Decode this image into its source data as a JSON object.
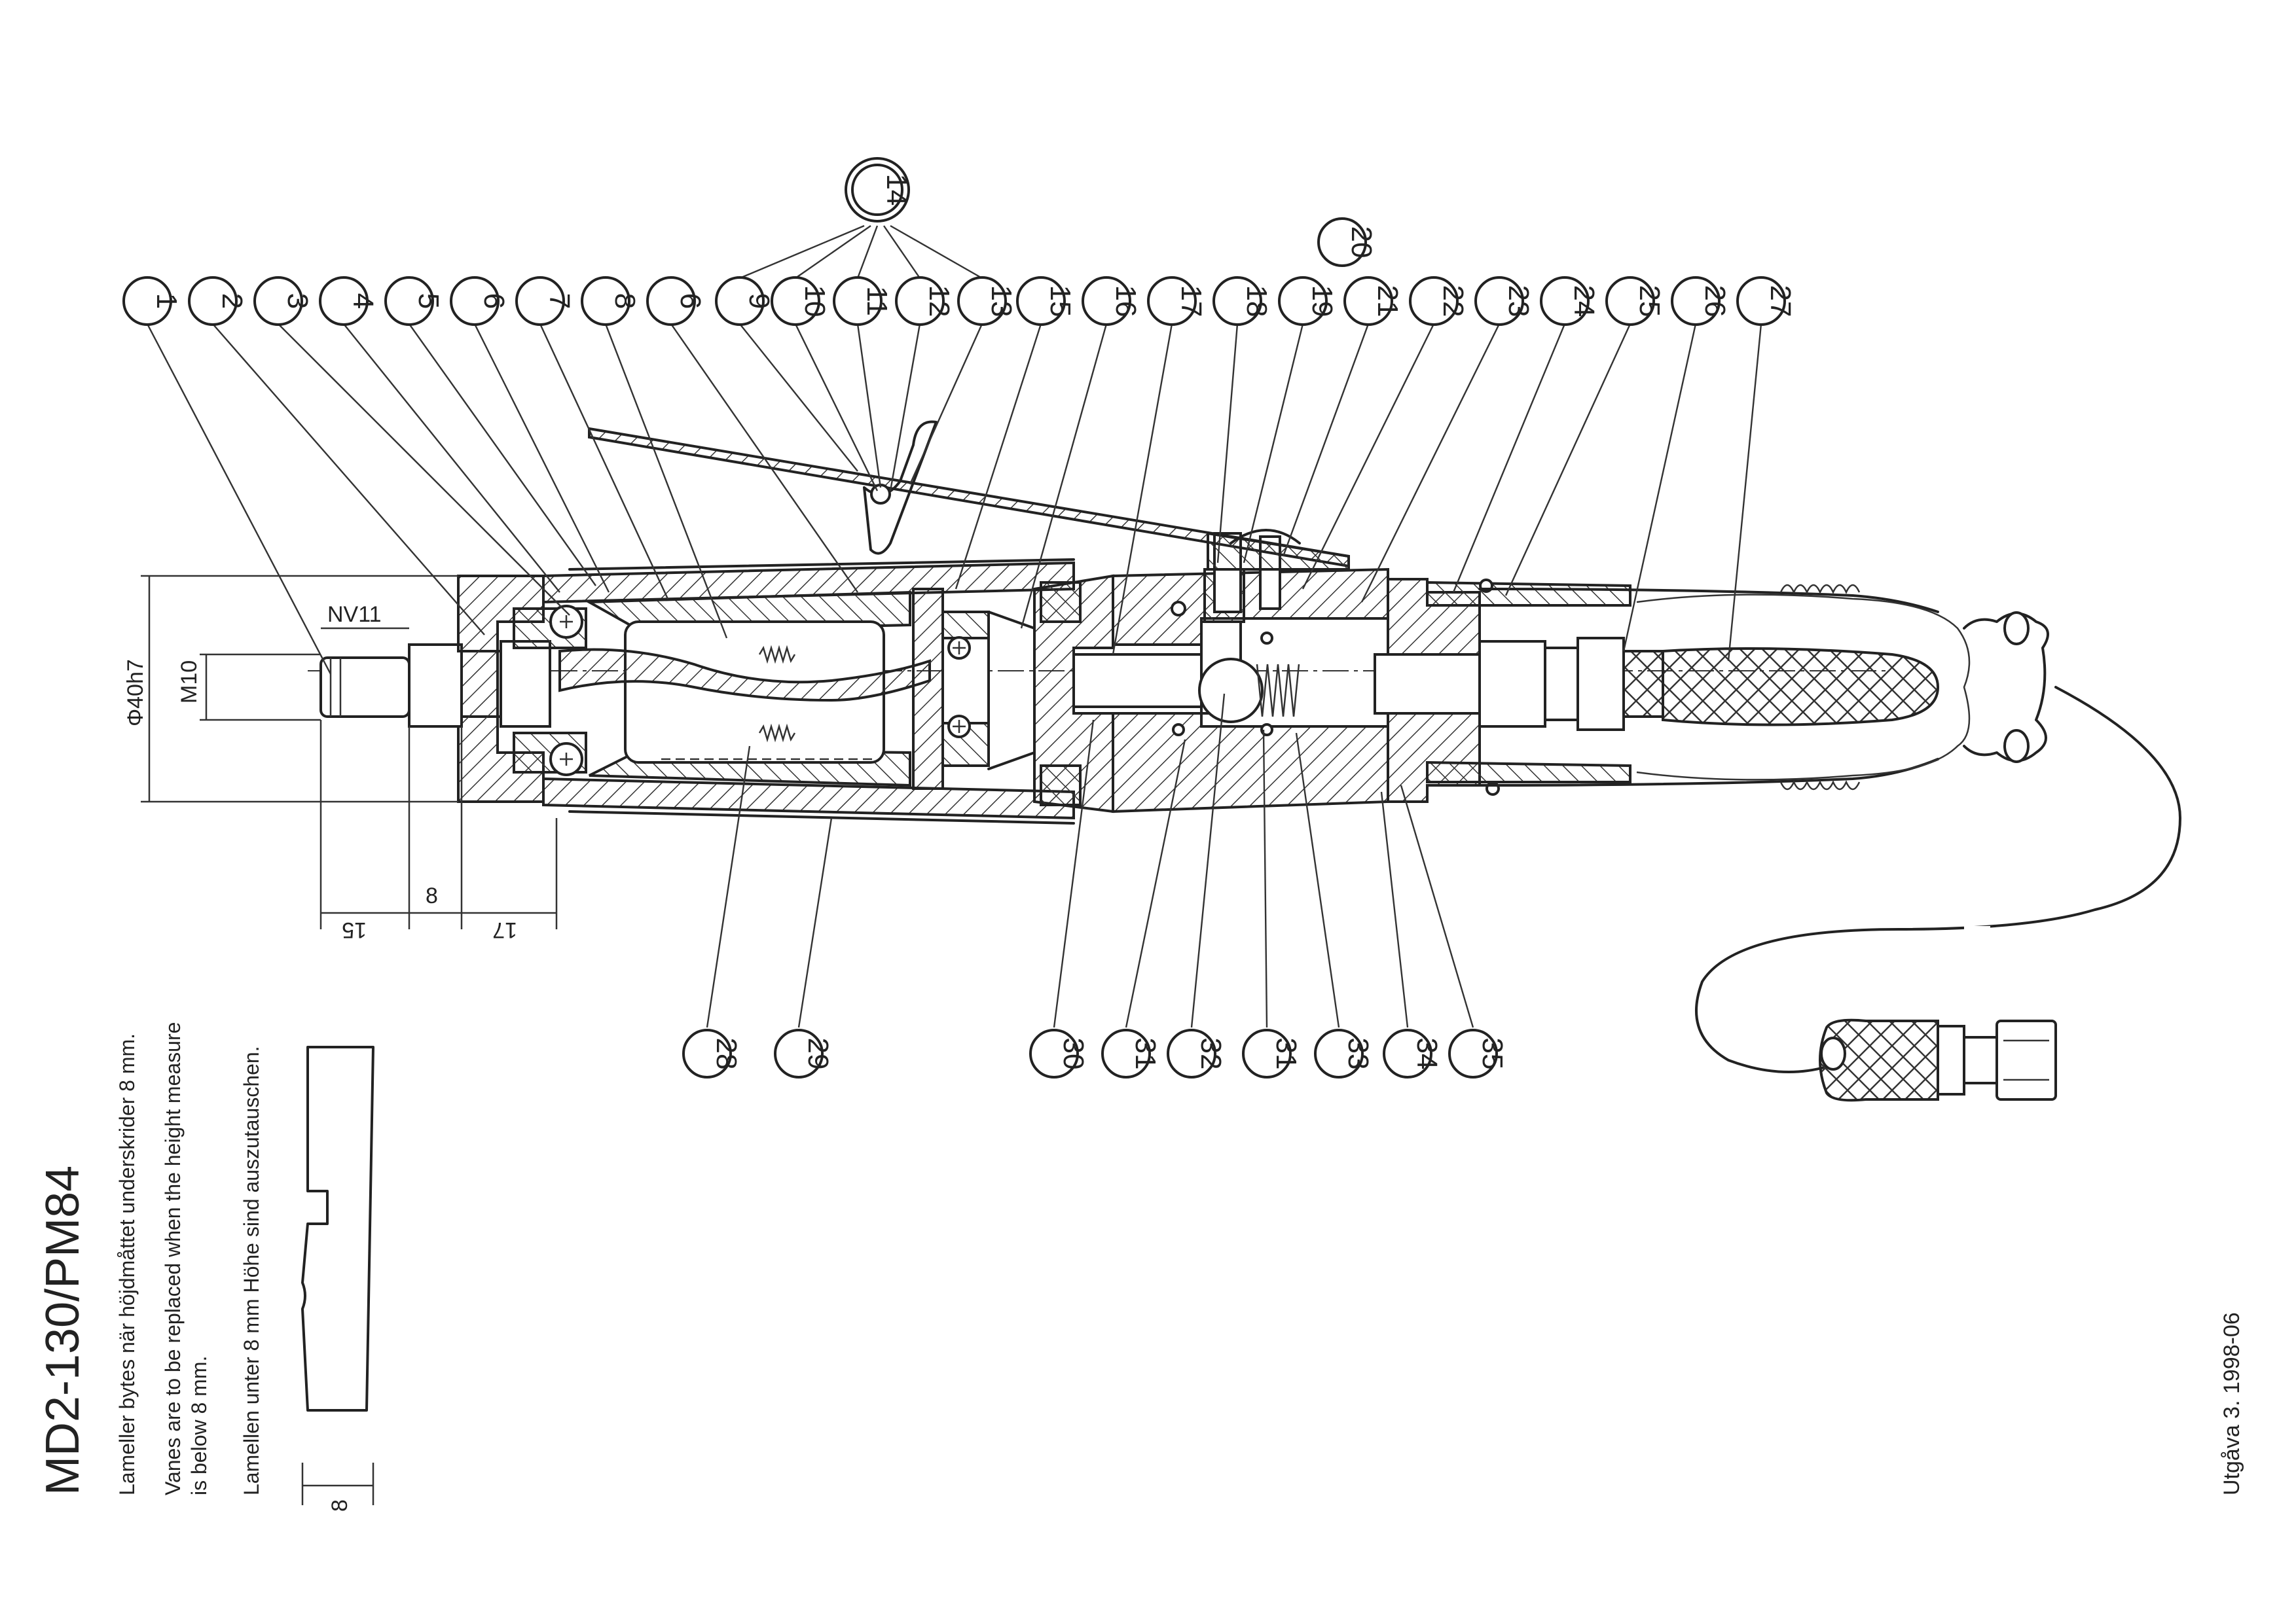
{
  "document": {
    "title": "MD2-130/PM84",
    "notes": {
      "swedish": "Lameller bytes när höjdmåttet underskrider 8 mm.",
      "english_line1": "Vanes are to be replaced when the height measure",
      "english_line2": "is below 8 mm.",
      "german": "Lamellen unter 8 mm Höhe sind auszutauschen."
    },
    "edition": "Utgåva 3. 1998-06"
  },
  "dimensions": {
    "diameter": "Φ40h7",
    "thread": "M10",
    "wrench": "NV11",
    "len_a": "15",
    "len_b": "8",
    "len_c": "17",
    "vane_height": "8"
  },
  "balloons": {
    "b1": "1",
    "b2": "2",
    "b3": "3",
    "b4": "4",
    "b5": "5",
    "b6": "6",
    "b7": "7",
    "b8": "8",
    "b6b": "6",
    "b9": "9",
    "b10": "10",
    "b11": "11",
    "b12": "12",
    "b13": "13",
    "b14": "14",
    "b15": "15",
    "b16": "16",
    "b17": "17",
    "b18": "18",
    "b19": "19",
    "b20": "20",
    "b21": "21",
    "b22": "22",
    "b23": "23",
    "b24": "24",
    "b25": "25",
    "b26": "26",
    "b27": "27",
    "b28": "28",
    "b29": "29",
    "b30": "30",
    "b31": "31",
    "b32": "32",
    "b31b": "31",
    "b33": "33",
    "b34": "34",
    "b35": "35"
  }
}
